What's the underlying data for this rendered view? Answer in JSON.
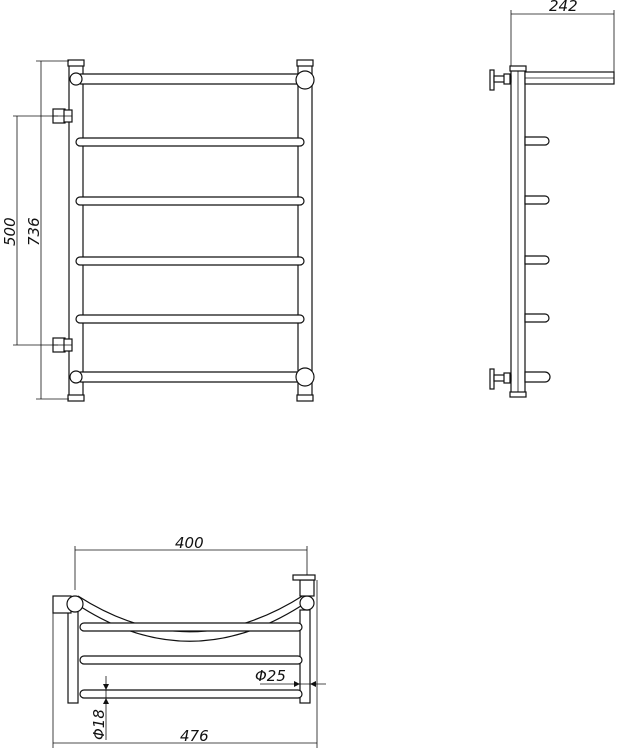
{
  "dimensions": {
    "depth": "242",
    "height_axis": "500",
    "height_total": "736",
    "width_axis": "400",
    "width_total": "476",
    "pipe_diameter": "Φ25",
    "rung_diameter": "Φ18"
  }
}
